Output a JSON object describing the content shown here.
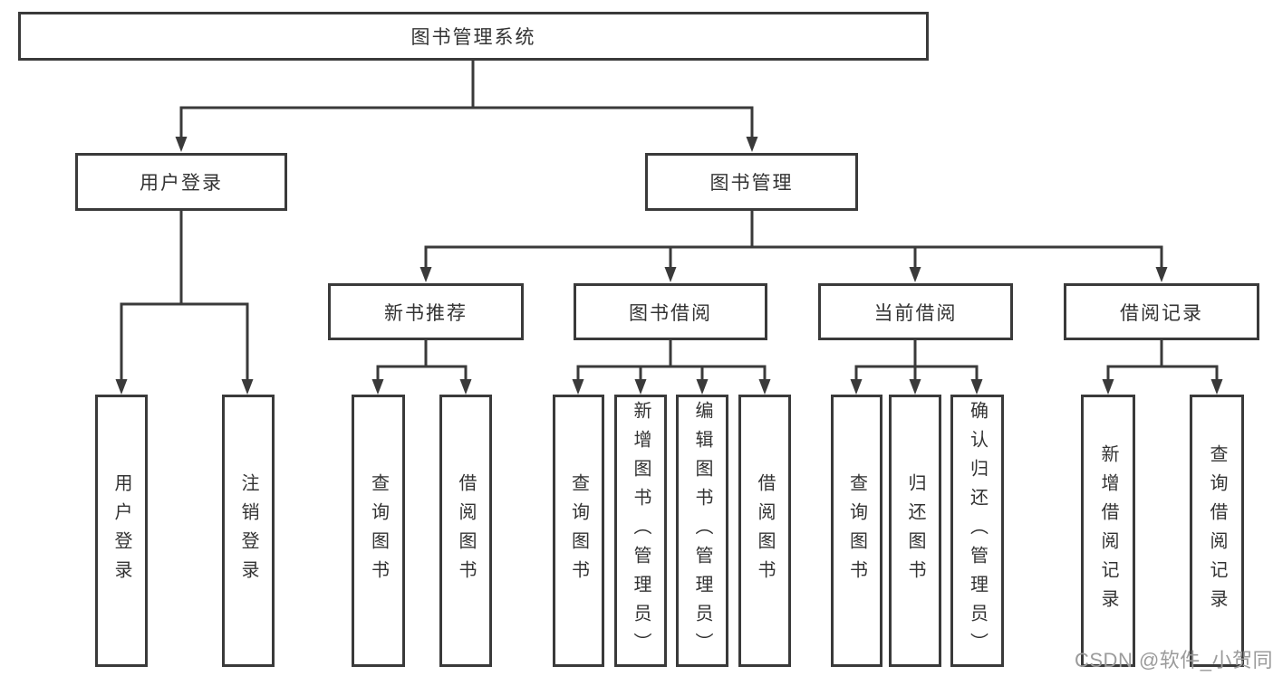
{
  "diagram": {
    "root": {
      "label": "图书管理系统"
    },
    "user_login": {
      "label": "用户登录",
      "leaves": [
        {
          "label": "用户登录"
        },
        {
          "label": "注销登录"
        }
      ]
    },
    "book_mgmt": {
      "label": "图书管理",
      "children": [
        {
          "label": "新书推荐",
          "leaves": [
            {
              "label": "查询图书"
            },
            {
              "label": "借阅图书"
            }
          ]
        },
        {
          "label": "图书借阅",
          "leaves": [
            {
              "label": "查询图书"
            },
            {
              "label": "新增图书（管理员）"
            },
            {
              "label": "编辑图书（管理员）"
            },
            {
              "label": "借阅图书"
            }
          ]
        },
        {
          "label": "当前借阅",
          "leaves": [
            {
              "label": "查询图书"
            },
            {
              "label": "归还图书"
            },
            {
              "label": "确认归还（管理员）"
            }
          ]
        },
        {
          "label": "借阅记录",
          "leaves": [
            {
              "label": "新增借阅记录"
            },
            {
              "label": "查询借阅记录"
            }
          ]
        }
      ]
    }
  },
  "watermark": {
    "text": "CSDN @软件_小贺同学",
    "color": "#9b9b9b"
  },
  "colors": {
    "line": "#3a3a3a",
    "text": "#333333",
    "background": "#ffffff"
  }
}
